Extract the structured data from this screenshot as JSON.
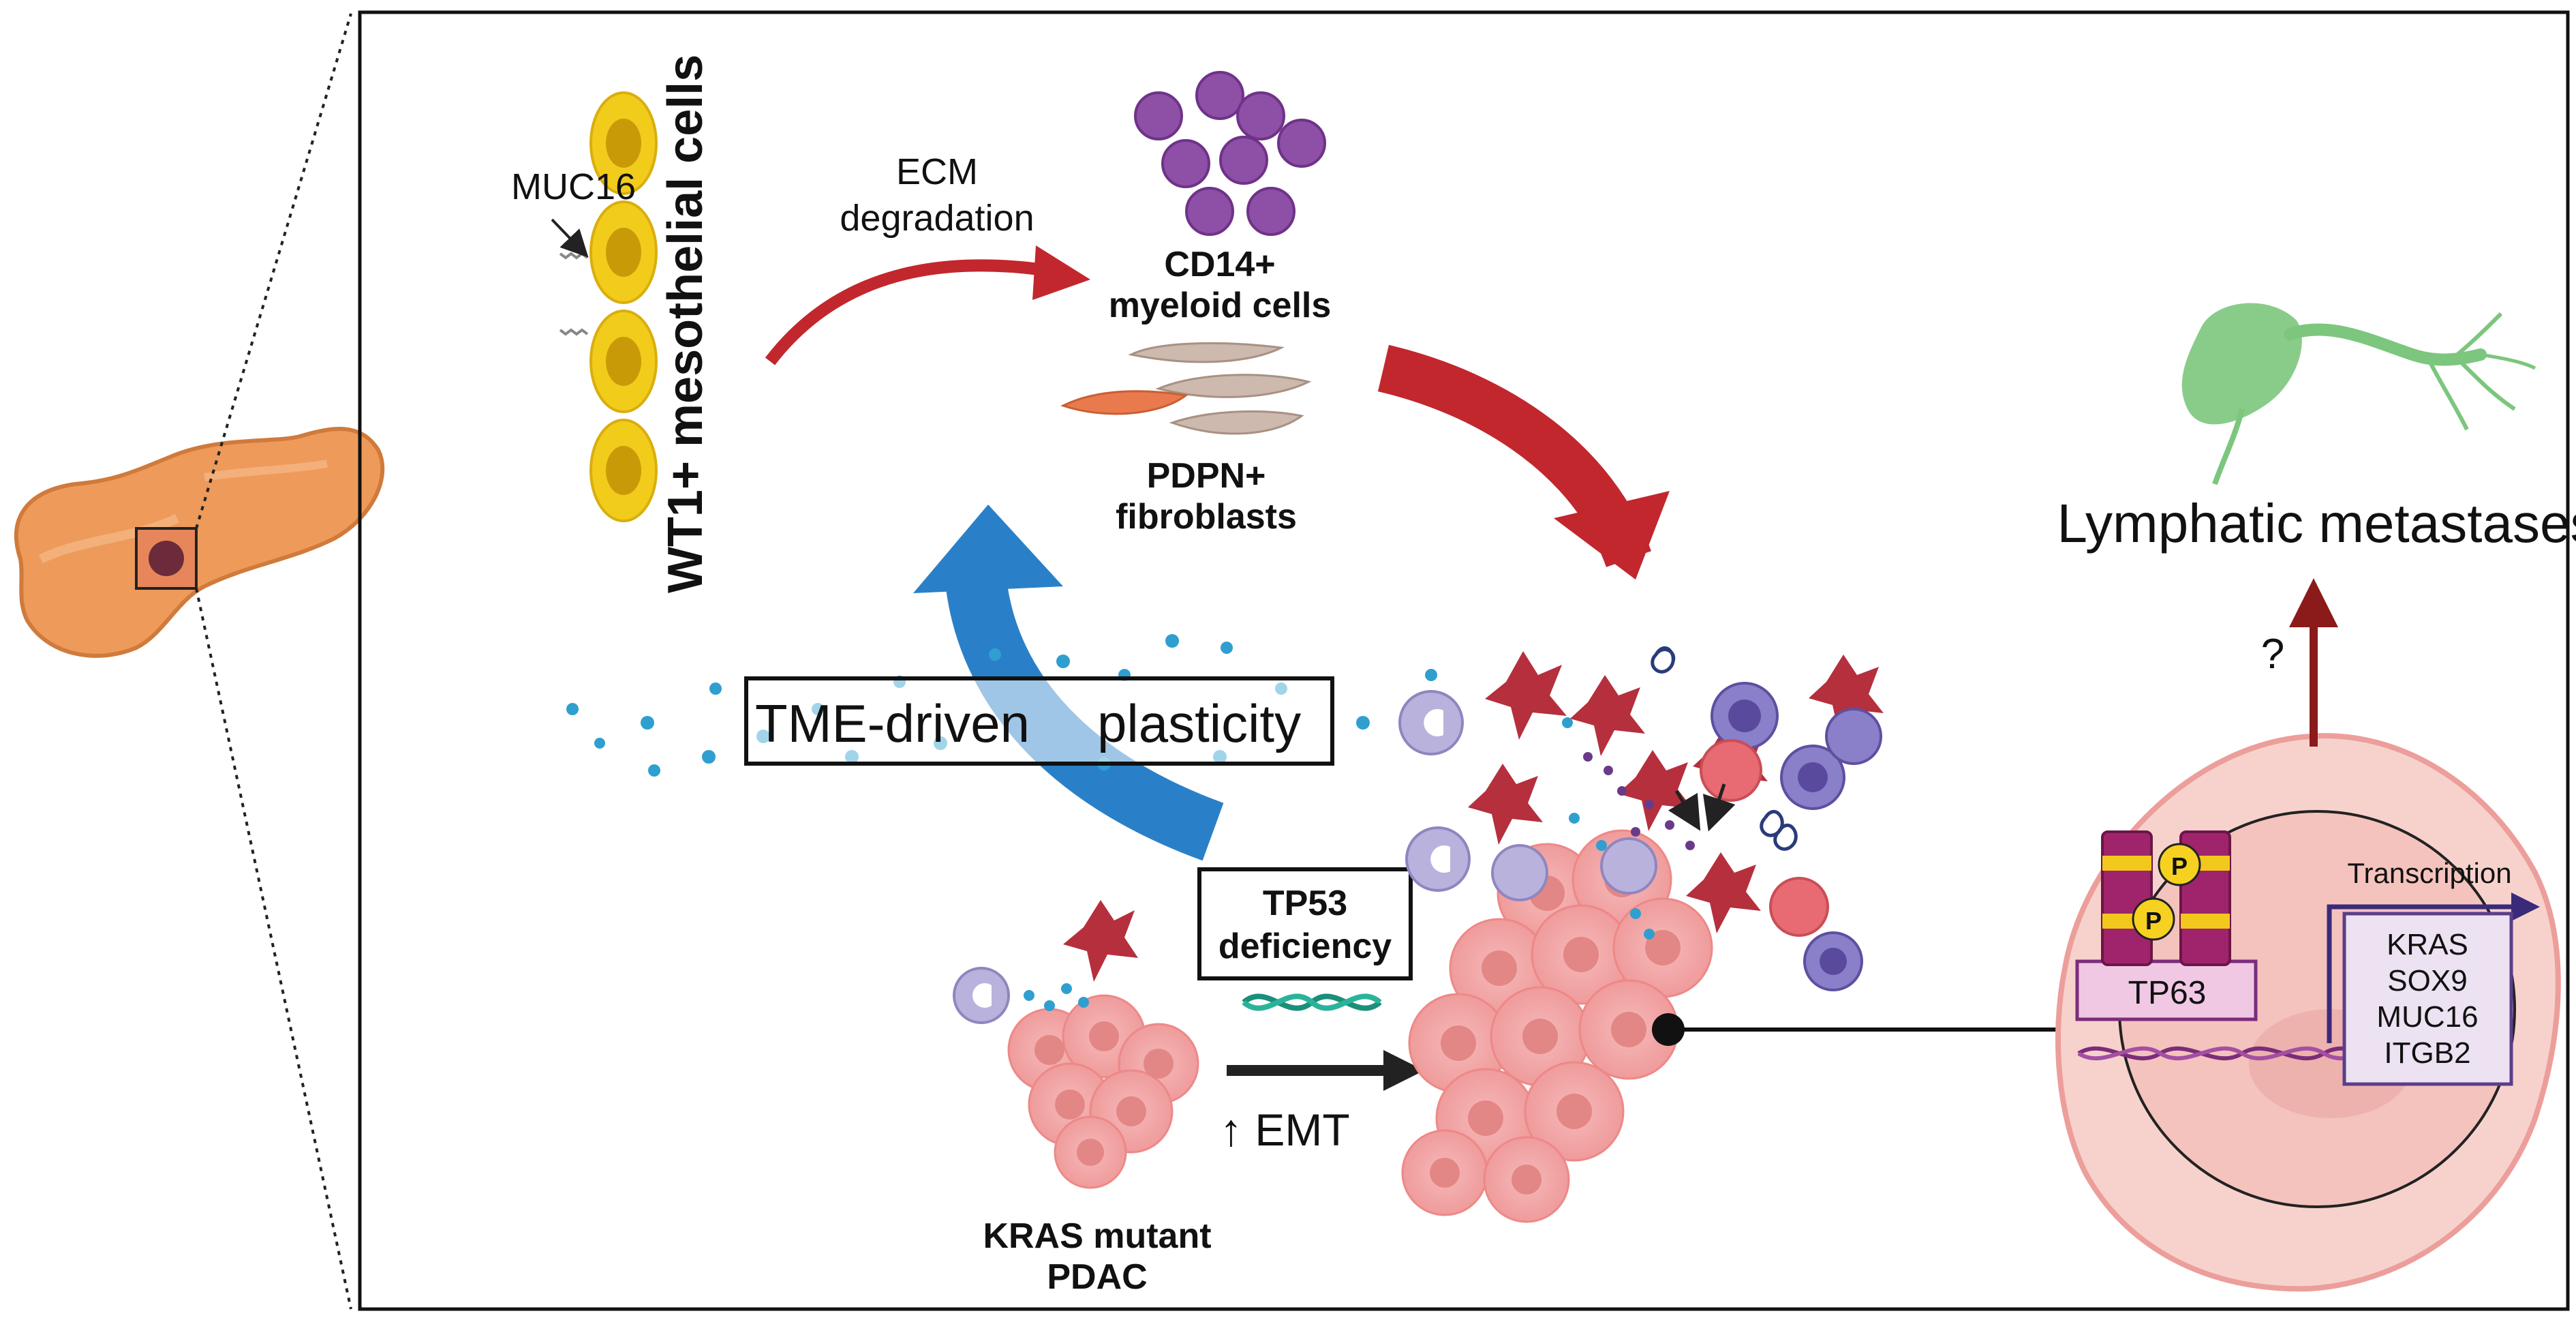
{
  "labels": {
    "mesothelial": "WT1+ mesothelial cells",
    "muc16_marker": "MUC16",
    "ecm_line1": "ECM",
    "ecm_line2": "degradation",
    "cd14_line1": "CD14+",
    "cd14_line2": "myeloid cells",
    "pdpn_line1": "PDPN+",
    "pdpn_line2": "fibroblasts",
    "tme_part1": "TME-driven",
    "tme_part2": "plasticity",
    "tp53_line1": "TP53",
    "tp53_line2": "deficiency",
    "emt": "↑ EMT",
    "kras_line1": "KRAS mutant",
    "kras_line2": "PDAC",
    "lymphatic": "Lymphatic metastases",
    "question": "?",
    "transcription": "Transcription",
    "tp63": "TP63",
    "phospho": "P",
    "genes": [
      "KRAS",
      "SOX9",
      "MUC16",
      "ITGB2"
    ]
  },
  "colors": {
    "mesothelial_cell": "#f2cc1b",
    "mesothelial_nucleus": "#c99a08",
    "myeloid_cell": "#8e4fa6",
    "fibroblast": "#cdb9ad",
    "fibroblast_active": "#e97a4e",
    "red_arrow": "#c1272d",
    "blue_arrow": "#2a80c8",
    "tumor_cell": "#f2a3a3",
    "tumor_nucleus": "#e38686",
    "macrophage": "#b52f3d",
    "monocyte_light": "#b9b2dc",
    "monocyte_dark": "#6a59a8",
    "dna": "#1a8f7a",
    "tp63_box": "#f0c8e4",
    "tp63_protein": "#a0246b",
    "gene_box": "#ece2f2",
    "neuron": "#7cc67d",
    "dark_red_arrow": "#8b1a1a",
    "pancreas": "#ee9a5a"
  }
}
